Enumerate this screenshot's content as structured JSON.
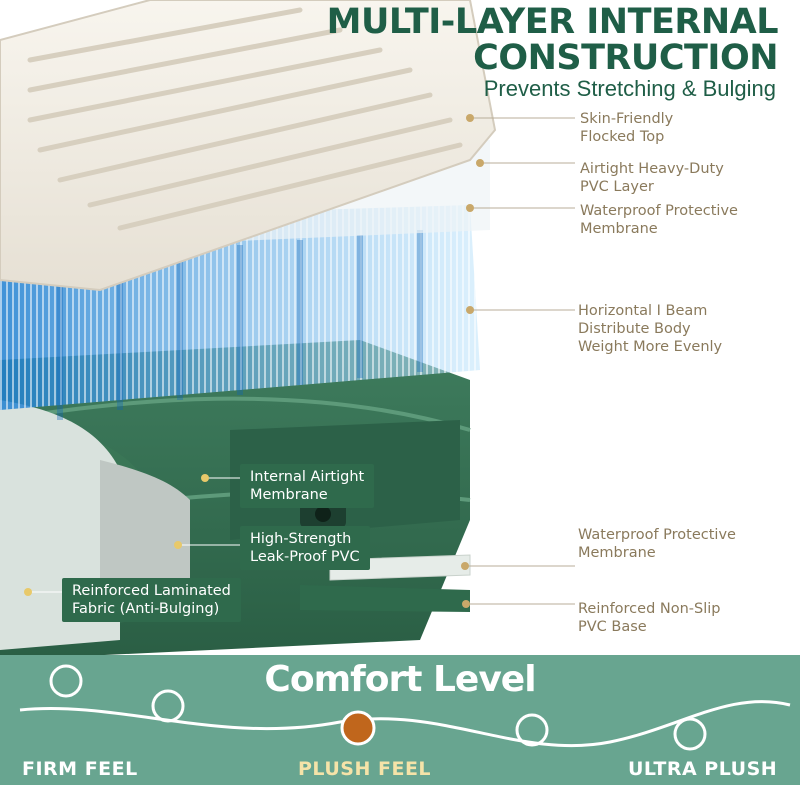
{
  "header": {
    "title_line1": "MULTI-LAYER INTERNAL",
    "title_line2": "CONSTRUCTION",
    "subtitle": "Prevents Stretching & Bulging"
  },
  "layers_right": [
    {
      "label": "Skin-Friendly\nFlocked Top"
    },
    {
      "label": "Airtight Heavy-Duty\nPVC Layer"
    },
    {
      "label": "Waterproof Protective\nMembrane"
    },
    {
      "label": "Horizontal I Beam\nDistribute Body\nWeight More Evenly"
    },
    {
      "label": "Waterproof Protective\nMembrane"
    },
    {
      "label": "Reinforced Non-Slip\nPVC Base"
    }
  ],
  "layers_inner": [
    {
      "label": "Internal Airtight\nMembrane"
    },
    {
      "label": "High-Strength\nLeak-Proof PVC"
    },
    {
      "label": "Reinforced Laminated\nFabric (Anti-Bulging)"
    }
  ],
  "comfort": {
    "title": "Comfort Level",
    "levels": [
      {
        "label": "FIRM FEEL"
      },
      {
        "label": "PLUSH FEEL"
      },
      {
        "label": "ULTRA PLUSH"
      }
    ],
    "selected": "PLUSH FEEL"
  },
  "colors": {
    "brand_green": "#1f5e47",
    "label_tan": "#8a7a5c",
    "comfort_bg": "#5fa08a",
    "selected_level": "#f5e3a8",
    "selected_dot": "#c0661c"
  }
}
